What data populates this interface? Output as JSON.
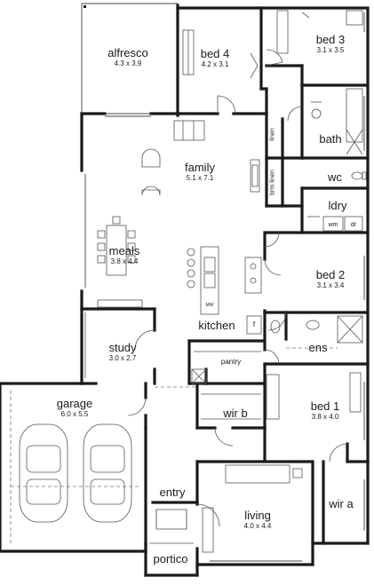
{
  "rooms": {
    "alfresco": {
      "name": "alfresco",
      "dims": "4.3 x 3.9"
    },
    "bed4": {
      "name": "bed 4",
      "dims": "4.2 x 3.1"
    },
    "bed3": {
      "name": "bed 3",
      "dims": "3.1 x 3.5"
    },
    "bath": {
      "name": "bath"
    },
    "wc": {
      "name": "wc"
    },
    "ldry": {
      "name": "ldry"
    },
    "family": {
      "name": "family",
      "dims": "5.1 x 7.1"
    },
    "meals": {
      "name": "meals",
      "dims": "3.8 x 4.4"
    },
    "bed2": {
      "name": "bed 2",
      "dims": "3.1 x 3.4"
    },
    "kitchen": {
      "name": "kitchen"
    },
    "study": {
      "name": "study",
      "dims": "3.0 x 2.7"
    },
    "ens": {
      "name": "ens"
    },
    "pantry": {
      "name": "pantry"
    },
    "garage": {
      "name": "garage",
      "dims": "6.0 x 5.5"
    },
    "bed1": {
      "name": "bed 1",
      "dims": "3.8 x 4.0"
    },
    "wirb": {
      "name": "wir b"
    },
    "entry": {
      "name": "entry"
    },
    "wira": {
      "name": "wir a"
    },
    "living": {
      "name": "living",
      "dims": "4.0 x 4.4"
    },
    "portico": {
      "name": "portico"
    }
  },
  "fixtures": {
    "linen": "linen",
    "brm_linen": "brm linen",
    "wm": "wm",
    "dr": "dr",
    "mw": "MW",
    "fridge": "f"
  }
}
